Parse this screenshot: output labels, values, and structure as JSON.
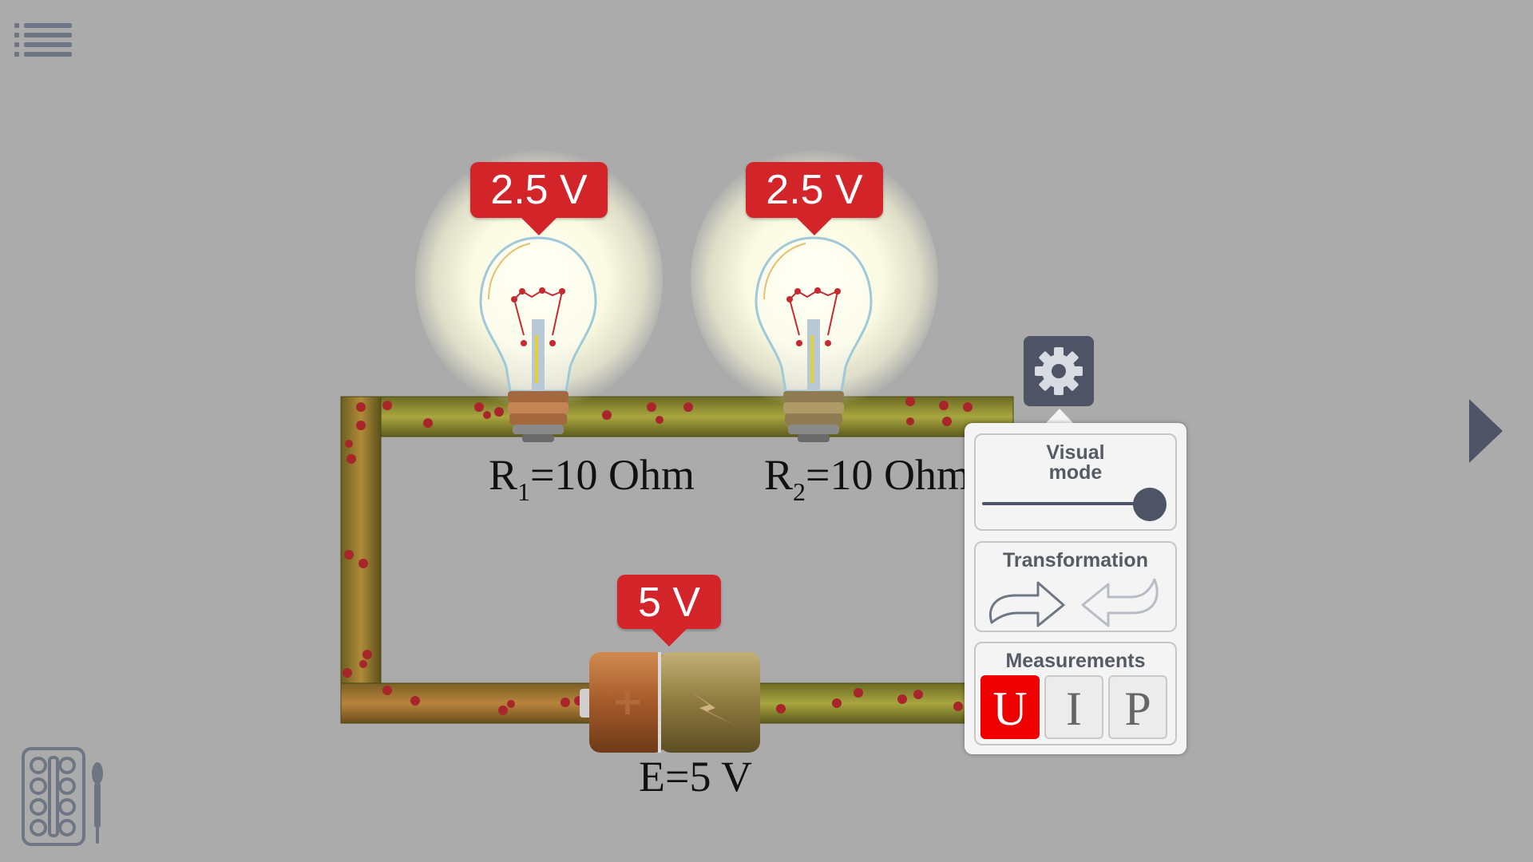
{
  "circuit": {
    "bulb1": {
      "voltage": "2.5 V",
      "resistance_symbol": "R",
      "resistance_index": "1",
      "resistance_value": "=10 Ohm"
    },
    "bulb2": {
      "voltage": "2.5 V",
      "resistance_symbol": "R",
      "resistance_index": "2",
      "resistance_value": "=10 Ohm"
    },
    "battery": {
      "voltage": "5 V",
      "emf_label": "E=5 V"
    }
  },
  "settings_panel": {
    "visual_mode": {
      "title_line1": "Visual",
      "title_line2": "mode",
      "level": 1.0
    },
    "transformation": {
      "title": "Transformation"
    },
    "measurements": {
      "title": "Measurements",
      "buttons": [
        {
          "label": "U",
          "active": true
        },
        {
          "label": "I",
          "active": false
        },
        {
          "label": "P",
          "active": false
        }
      ]
    }
  },
  "colors": {
    "background": "#ababab",
    "tag_red": "#d3242a",
    "active_red": "#ee0000",
    "control_slate": "#4e5466",
    "wire_green": "#8a8a2c",
    "electron": "#a8262b"
  },
  "icons": {
    "menu": "list-icon",
    "palette": "palette-icon",
    "next": "chevron-right-icon",
    "settings": "gear-icon",
    "forward": "curved-arrow-right-icon",
    "back": "curved-arrow-left-icon"
  }
}
